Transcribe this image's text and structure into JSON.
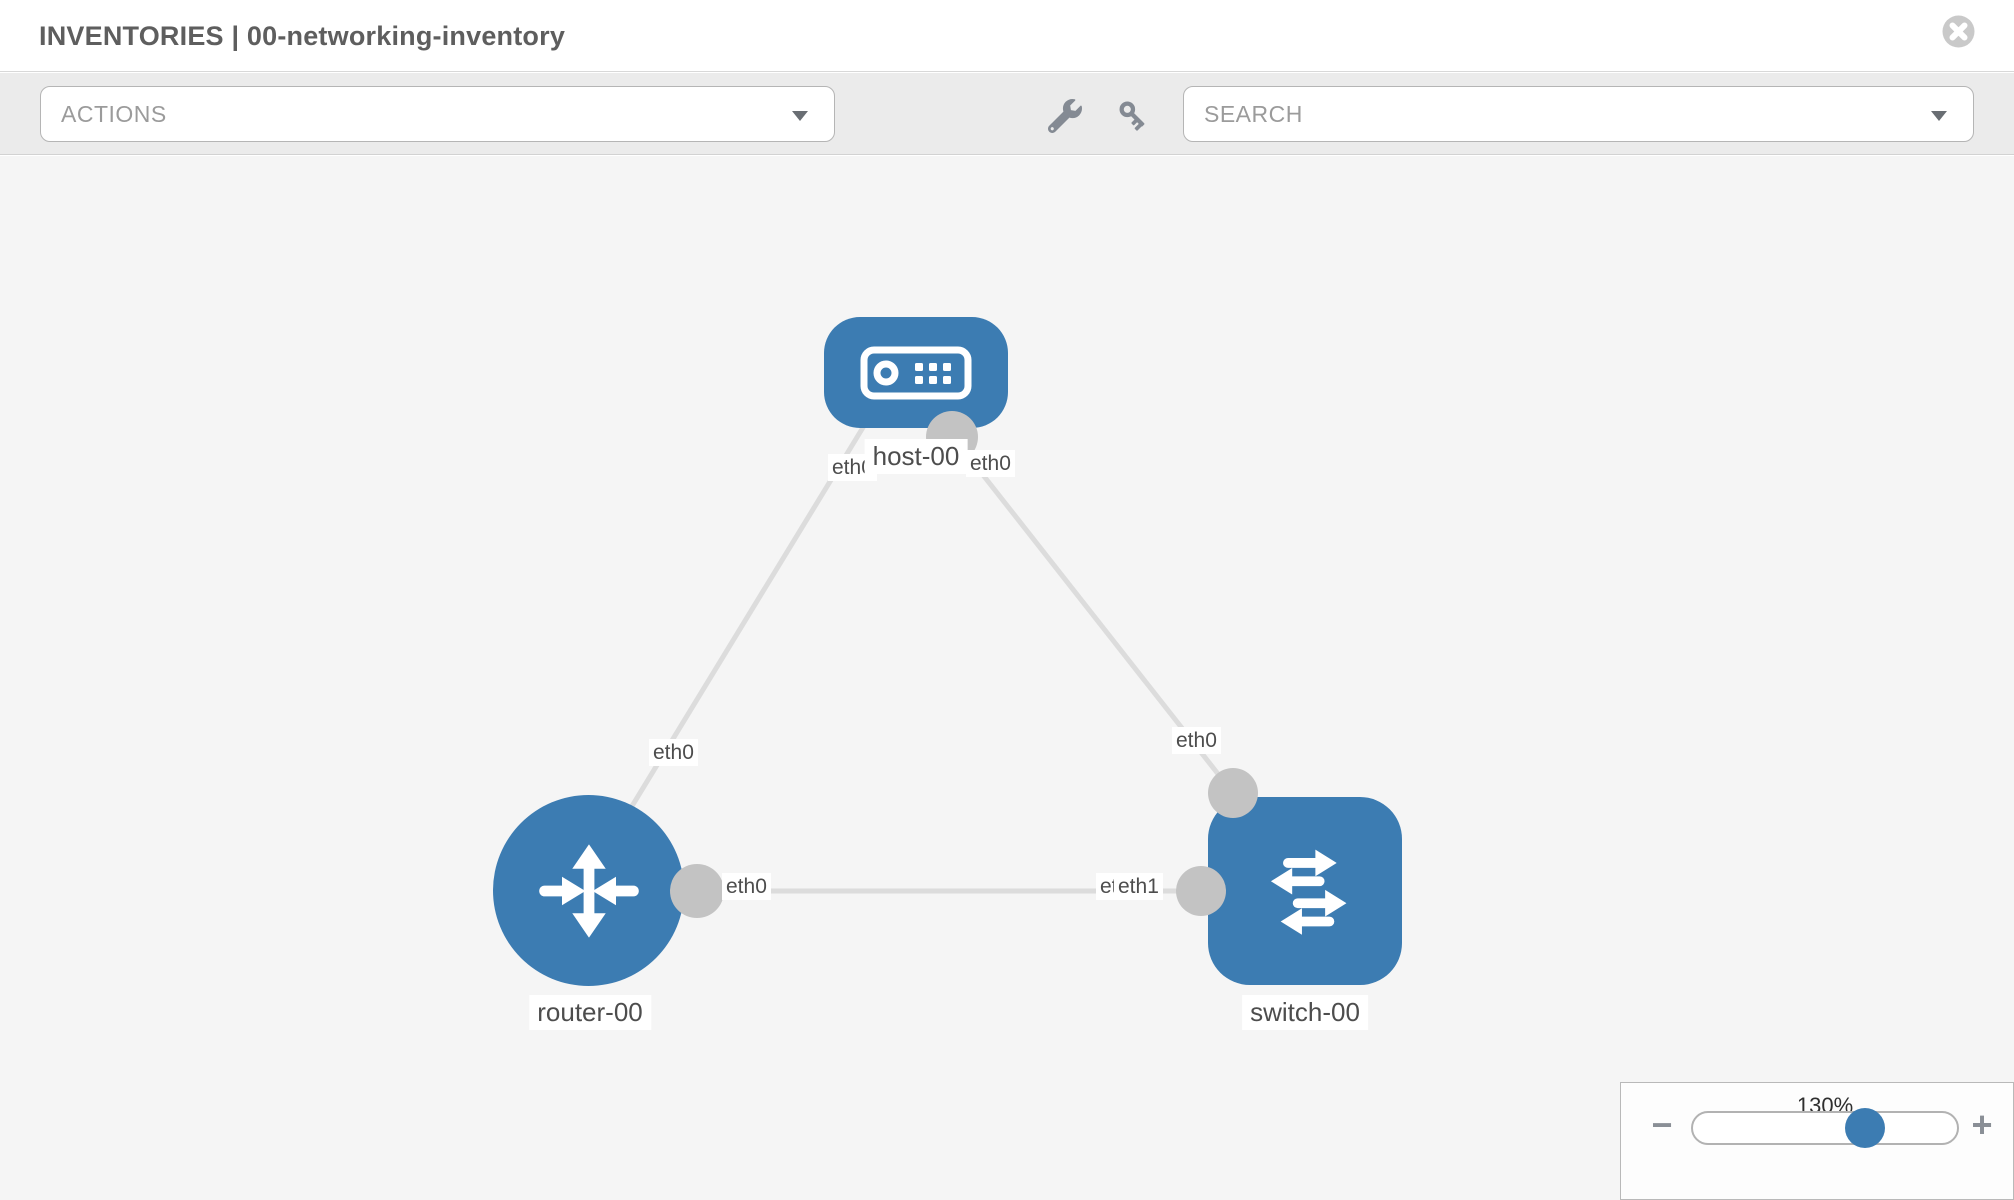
{
  "header": {
    "title": "INVENTORIES | 00-networking-inventory"
  },
  "toolbar": {
    "actions_label": "ACTIONS",
    "search_label": "SEARCH",
    "icons": [
      "wrench-icon",
      "key-icon"
    ]
  },
  "topology": {
    "nodes": [
      {
        "id": "host-00",
        "label": "host-00",
        "type": "host",
        "icon": "host-icon"
      },
      {
        "id": "router-00",
        "label": "router-00",
        "type": "router",
        "icon": "router-icon"
      },
      {
        "id": "switch-00",
        "label": "switch-00",
        "type": "switch",
        "icon": "switch-icon"
      }
    ],
    "links": [
      {
        "from": "host-00",
        "to": "router-00",
        "from_interface": "eth0",
        "to_interface": "eth0"
      },
      {
        "from": "host-00",
        "to": "switch-00",
        "from_interface": "eth0",
        "to_interface": "eth0"
      },
      {
        "from": "router-00",
        "to": "switch-00",
        "from_interface": "eth0",
        "to_interface": "eth1"
      }
    ],
    "interface_labels": [
      {
        "text": "eth0"
      },
      {
        "text": "eth0"
      },
      {
        "text": "eth0"
      },
      {
        "text": "eth0"
      },
      {
        "text": "eth0"
      },
      {
        "text": "eth0"
      },
      {
        "text": "eth1"
      }
    ]
  },
  "zoom_control": {
    "level": "130%",
    "minus_glyph": "−",
    "plus_glyph": "+"
  },
  "colors": {
    "accent_blue": "#3c7cb2",
    "canvas_bg": "#f5f5f5",
    "toolbar_bg": "#ebebeb",
    "link_gray": "#dcdcdc",
    "port_gray": "#c3c3c3",
    "icon_gray": "#848a93",
    "placeholder_gray": "#9b9b9b",
    "title_text": "#5e5e5e",
    "label_text": "#4d4d4d",
    "close_gray": "#c9c9c9"
  }
}
